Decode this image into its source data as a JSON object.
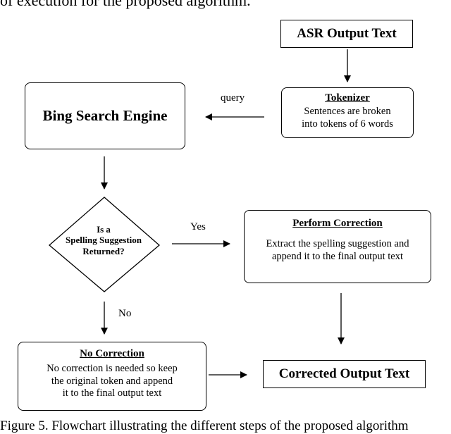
{
  "top_fragment": "of execution for the proposed algorithm.",
  "caption": "Figure 5.   Flowchart illustrating the different steps of the proposed algorithm",
  "nodes": {
    "asr_output": {
      "title": "ASR Output Text"
    },
    "tokenizer": {
      "title": "Tokenizer",
      "line1": "Sentences are broken",
      "line2": "into tokens of 6 words"
    },
    "bing": {
      "title": "Bing Search Engine"
    },
    "decision": {
      "line1": "Is a",
      "line2": "Spelling Suggestion",
      "line3": "Returned?"
    },
    "perform_correction": {
      "title": "Perform Correction",
      "line1": "Extract the spelling suggestion and",
      "line2": "append it to the final output text"
    },
    "no_correction": {
      "title": "No Correction",
      "line1": "No correction is needed so keep",
      "line2": "the original token and append",
      "line3": "it to the final output text"
    },
    "corrected_output": {
      "title": "Corrected Output Text"
    }
  },
  "edge_labels": {
    "query": "query",
    "yes": "Yes",
    "no": "No"
  }
}
